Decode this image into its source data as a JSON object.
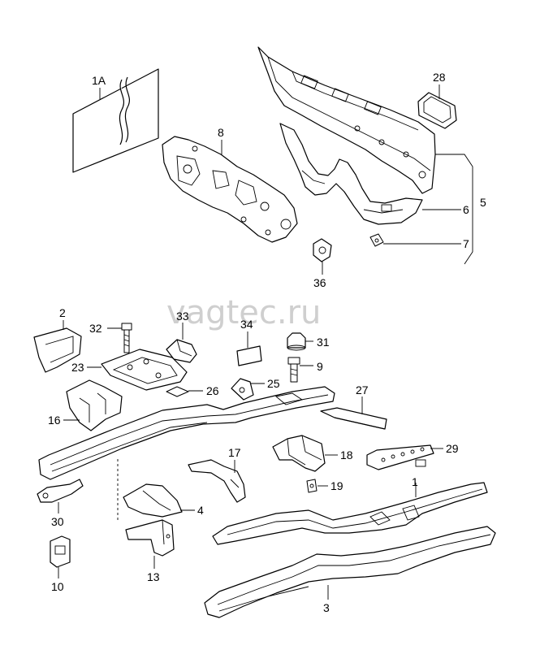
{
  "watermark": "vagtec.ru",
  "callouts": [
    {
      "id": "c1a",
      "text": "1A"
    },
    {
      "id": "c8",
      "text": "8"
    },
    {
      "id": "c28",
      "text": "28"
    },
    {
      "id": "c5",
      "text": "5"
    },
    {
      "id": "c6",
      "text": "6"
    },
    {
      "id": "c7",
      "text": "7"
    },
    {
      "id": "c36",
      "text": "36"
    },
    {
      "id": "c2",
      "text": "2"
    },
    {
      "id": "c32",
      "text": "32"
    },
    {
      "id": "c33",
      "text": "33"
    },
    {
      "id": "c23",
      "text": "23"
    },
    {
      "id": "c26",
      "text": "26"
    },
    {
      "id": "c34",
      "text": "34"
    },
    {
      "id": "c31",
      "text": "31"
    },
    {
      "id": "c9",
      "text": "9"
    },
    {
      "id": "c25",
      "text": "25"
    },
    {
      "id": "c27",
      "text": "27"
    },
    {
      "id": "c16",
      "text": "16"
    },
    {
      "id": "c17",
      "text": "17"
    },
    {
      "id": "c18",
      "text": "18"
    },
    {
      "id": "c29",
      "text": "29"
    },
    {
      "id": "c19",
      "text": "19"
    },
    {
      "id": "c1",
      "text": "1"
    },
    {
      "id": "c30",
      "text": "30"
    },
    {
      "id": "c4",
      "text": "4"
    },
    {
      "id": "c13",
      "text": "13"
    },
    {
      "id": "c10",
      "text": "10"
    },
    {
      "id": "c3",
      "text": "3"
    }
  ]
}
